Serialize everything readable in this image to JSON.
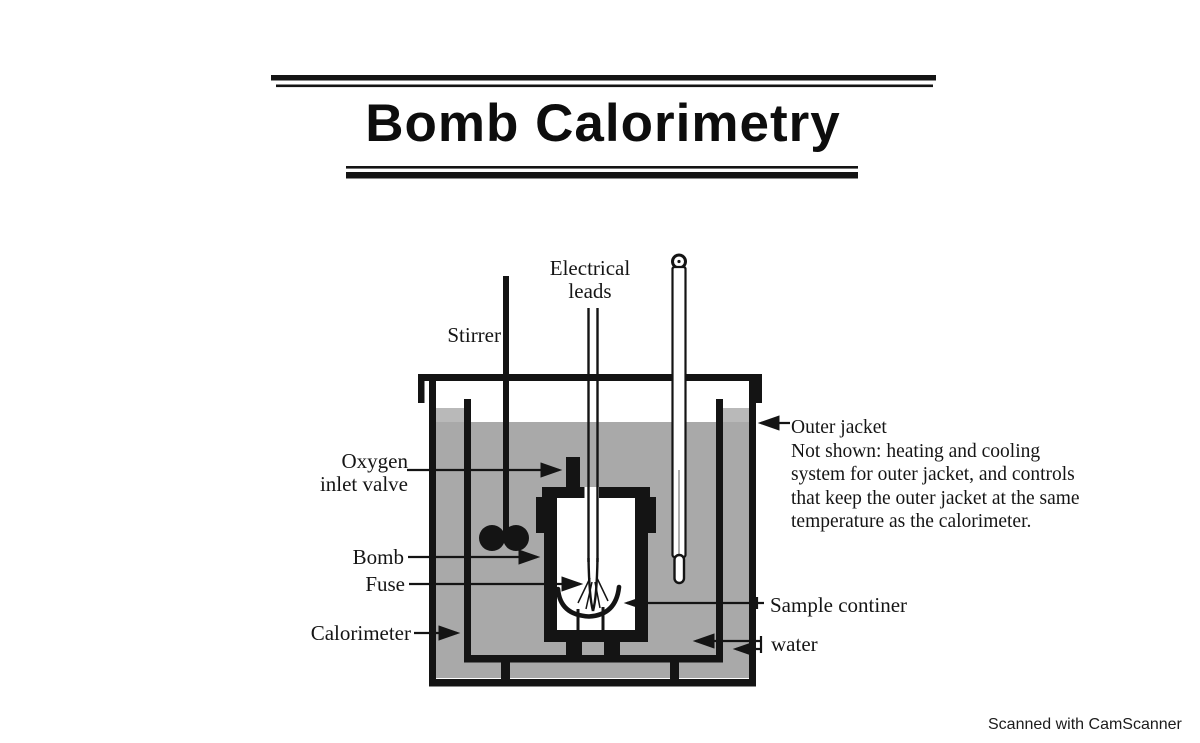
{
  "title": {
    "text": "Bomb Calorimetry"
  },
  "diagram": {
    "labels": {
      "electrical_leads_line1": "Electrical",
      "electrical_leads_line2": "leads",
      "stirrer": "Stirrer",
      "oxygen_line1": "Oxygen",
      "oxygen_line2": "inlet valve",
      "bomb": "Bomb",
      "fuse": "Fuse",
      "calorimeter": "Calorimeter",
      "outer_jacket": "Outer jacket",
      "sample_container": "Sample continer",
      "water": "water"
    },
    "note_lines": [
      "Not shown: heating and cooling",
      "system for outer jacket, and controls",
      "that keep the outer jacket at the same",
      "temperature as the calorimeter."
    ]
  },
  "footer": {
    "scanned_note": "Scanned with CamScanner"
  },
  "colors": {
    "ink": "#141414",
    "jacket_fill": "#b9b9b9",
    "water_fill": "#a9a9a9",
    "paper": "#ffffff"
  }
}
